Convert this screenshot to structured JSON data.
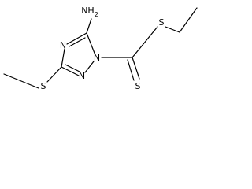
{
  "molecule": {
    "atoms": {
      "amino": "NH",
      "amino_subscript": "2",
      "n_top": "N",
      "n_ring_left": "N",
      "n_ring_bottom": "N",
      "s_methylthio": "S",
      "s_thioester": "S",
      "s_thione": "S"
    }
  }
}
